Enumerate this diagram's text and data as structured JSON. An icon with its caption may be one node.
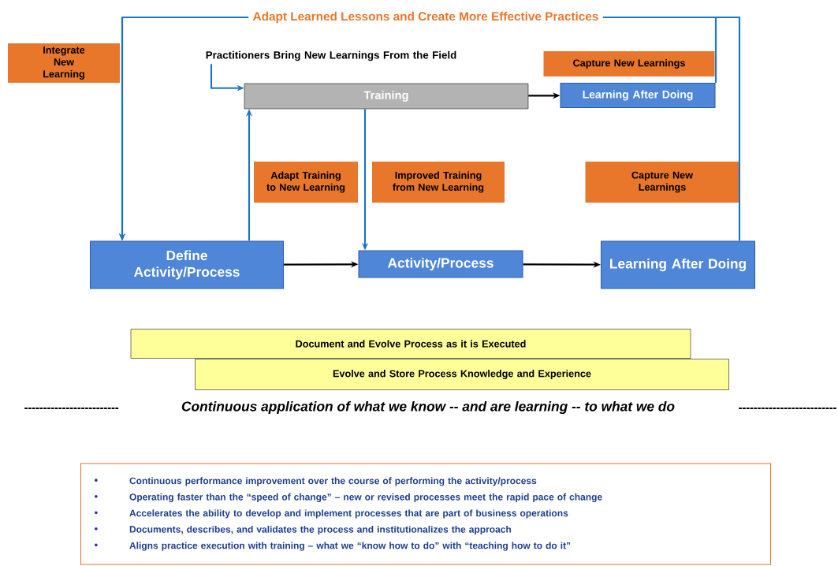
{
  "diagram": {
    "nodes": [
      {
        "text": [
          "Integrate New Learning"
        ]
      },
      {
        "text": [
          "Practitioners Bring New Learnings From the Field"
        ]
      },
      {
        "text": [
          "Capture New Learnings"
        ]
      },
      {
        "text": [
          "Training"
        ]
      },
      {
        "text": [
          "Learning After Doing"
        ]
      },
      {
        "text": [
          "Adapt Training to New Learning"
        ]
      },
      {
        "text": [
          "Improved Training from New Learning"
        ]
      },
      {
        "text": [
          "Capture New Learnings"
        ]
      },
      {
        "text": [
          "Define Activity/Process"
        ]
      },
      {
        "text": [
          "Activity/Process"
        ]
      },
      {
        "text": [
          "Learning After Doing"
        ]
      },
      {
        "text": [
          "Document and Evolve Process as it is Executed"
        ]
      },
      {
        "text": [
          "Evolve and Store Process Knowledge and Experience"
        ]
      },
      {
        "text": [
          "Continuous performance improvement over the course of performing the activity/process",
          "Operating faster than the “speed of change” – new or revised processes meet the rapid pace of change",
          "Accelerates the ability to develop and implement processes that are part of business operations",
          "Documents, describes, and validates the process and institutionalizes the approach",
          "Aligns practice execution with training – what we “know how to do” with “teaching how to do it”"
        ]
      }
    ],
    "edges": [
      {
        "from": 10,
        "to": 8,
        "arrow": "to",
        "label": "Adapt Learned Lessons and Create More Effective Practices"
      },
      {
        "from": 4,
        "to": 8,
        "arrow": "to"
      },
      {
        "from": 1,
        "to": 3,
        "arrow": "to"
      },
      {
        "from": 3,
        "to": 4,
        "arrow": "to",
        "color": "#000000"
      },
      {
        "from": 8,
        "to": 3,
        "arrow": "to"
      },
      {
        "from": 3,
        "to": 9,
        "arrow": "to"
      },
      {
        "from": 8,
        "to": 9,
        "arrow": "to",
        "color": "#000000"
      },
      {
        "from": 9,
        "to": 10,
        "arrow": "to",
        "color": "#000000"
      }
    ],
    "labels": [
      "Continuous application of what we know -- and are learning -- to what we do"
    ]
  }
}
